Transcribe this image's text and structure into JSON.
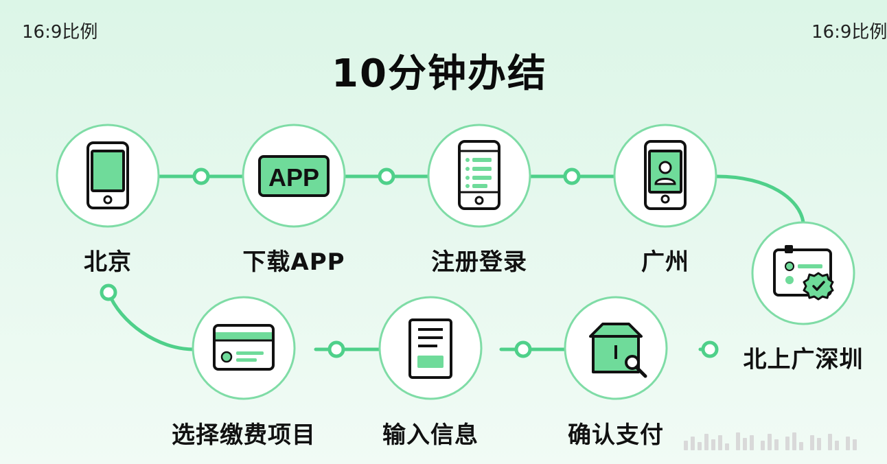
{
  "corner_labels": {
    "left": "16:9比例",
    "right": "16:9比例"
  },
  "title": "10分钟办结",
  "steps": [
    {
      "label": "北京",
      "icon": "phone-icon"
    },
    {
      "label": "下载APP",
      "icon": "app-badge-icon",
      "badge": "APP"
    },
    {
      "label": "注册登录",
      "icon": "phone-list-icon"
    },
    {
      "label": "广州",
      "icon": "phone-profile-icon"
    },
    {
      "label": "北上广深圳",
      "icon": "verified-id-card-icon"
    },
    {
      "label": "确认支付",
      "icon": "box-search-icon"
    },
    {
      "label": "输入信息",
      "icon": "document-icon"
    },
    {
      "label": "选择缴费项目",
      "icon": "payment-card-icon"
    }
  ],
  "colors": {
    "accent": "#4fd08a",
    "accent_fill": "#6fdb9a",
    "ring": "#7fdca6",
    "ink": "#111111"
  }
}
